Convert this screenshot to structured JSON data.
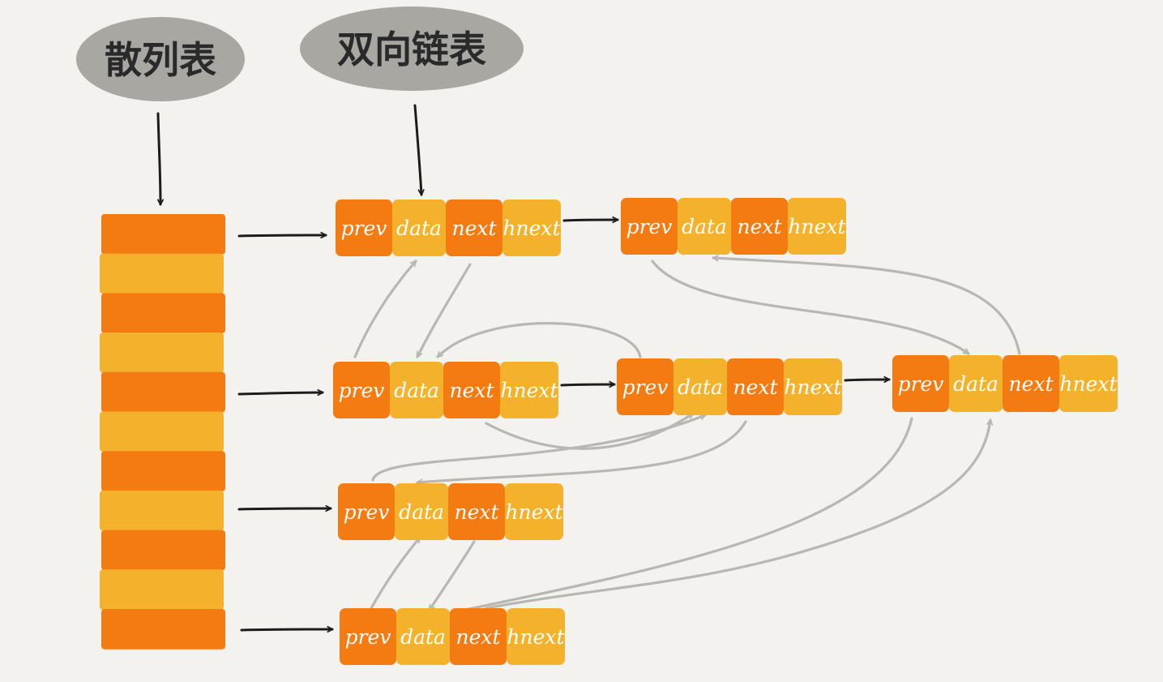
{
  "labels": {
    "hash_table": "散列表",
    "doubly_linked_list": "双向链表"
  },
  "field_names": [
    "prev",
    "data",
    "next",
    "hnext"
  ],
  "colors": {
    "background": "#f4f2ee",
    "bubble": "#a8a7a2",
    "dark_orange": "#f47a12",
    "light_orange": "#f4b22c",
    "black_arrow": "#1c1c1c",
    "gray_arrow": "#b9b7b2"
  },
  "hash_table_slots": 11,
  "bucket_count": 4,
  "nodes_per_bucket": [
    2,
    3,
    1,
    1
  ]
}
